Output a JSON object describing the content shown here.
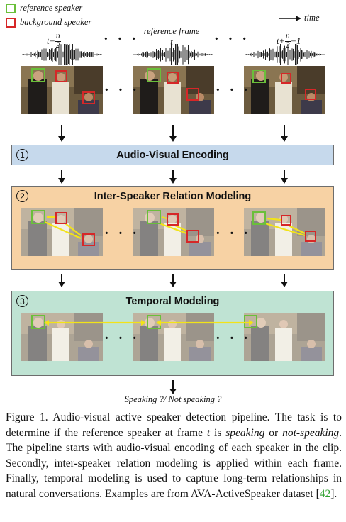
{
  "figure": {
    "legend": {
      "reference_label": "reference speaker",
      "background_label": "background speaker",
      "reference_color": "#6abf3a",
      "background_color": "#d62728"
    },
    "time_label": "time",
    "frame_labels": {
      "left_prefix": "t−",
      "left_num": "n",
      "left_den": "2",
      "center_top": "reference frame",
      "center_bottom": "t",
      "right_prefix": "t+",
      "right_num": "n",
      "right_den": "2",
      "right_suffix": "−1"
    },
    "ellipsis": "· · ·",
    "stages": [
      {
        "number": "1",
        "title": "Audio-Visual Encoding",
        "bg": "#c6d9ec"
      },
      {
        "number": "2",
        "title": "Inter-Speaker Relation Modeling",
        "bg": "#f7d2a4"
      },
      {
        "number": "3",
        "title": "Temporal Modeling",
        "bg": "#bfe3d3"
      }
    ],
    "output_label": "Speaking ?/ Not speaking ?",
    "relation_color": "#f2e318"
  },
  "caption": {
    "lead": "Figure 1. Audio-visual active speaker detection pipeline. The task is to determine if the reference speaker at frame ",
    "t": "t",
    "mid1": " is ",
    "speaking": "speaking",
    "mid2": " or ",
    "not_speaking": "not-speaking",
    "rest": ". The pipeline starts with audio-visual encoding of each speaker in the clip. Secondly, inter-speaker relation modeling is applied within each frame. Finally, temporal modeling is used to capture long-term relationships in natural conversations. Examples are from AVA-ActiveSpeaker dataset [",
    "cite": "42",
    "end": "]."
  }
}
